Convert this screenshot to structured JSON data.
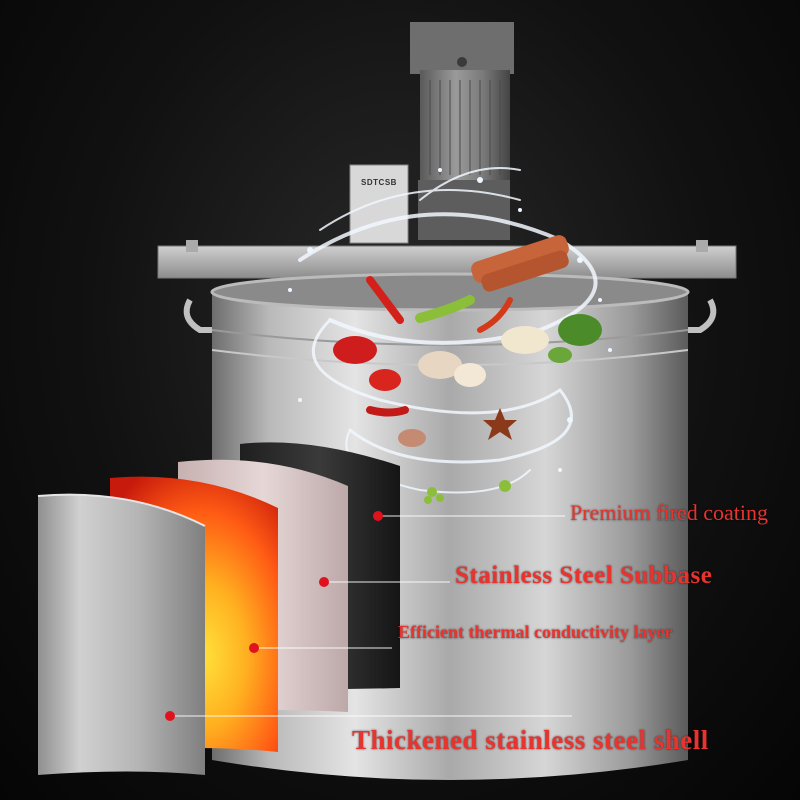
{
  "labels": {
    "coating": "Premium fired coating",
    "subbase": "Stainless Steel Subbase",
    "thermal": "Efficient thermal conductivity layer",
    "shell": "Thickened stainless steel shell"
  },
  "machine_badge": "SDTCSB",
  "colors": {
    "label_red": "#e8332e",
    "dot_red": "#e0121e",
    "background": "#111111"
  }
}
